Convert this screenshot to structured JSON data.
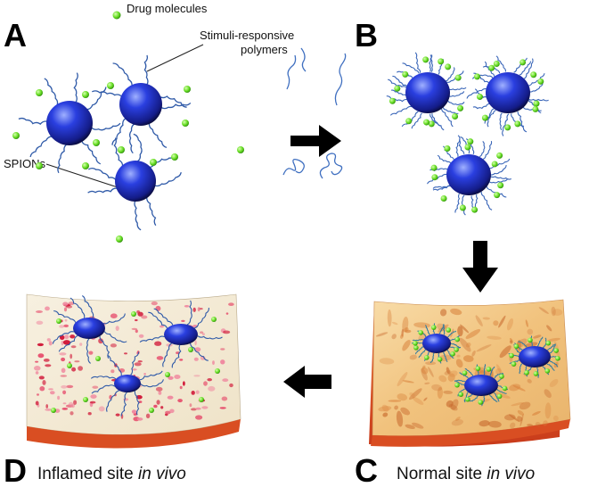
{
  "panels": {
    "a": {
      "letter": "A"
    },
    "b": {
      "letter": "B"
    },
    "c": {
      "letter": "C",
      "caption": "Normal site ",
      "caption_italic": "in vivo"
    },
    "d": {
      "letter": "D",
      "caption": "Inflamed site ",
      "caption_italic": "in vivo"
    }
  },
  "labels": {
    "drug": "Drug molecules",
    "polymer_line1": "Stimuli-responsive",
    "polymer_line2": "polymers",
    "spion": "SPIONs"
  },
  "colors": {
    "particle": "#2233cc",
    "particle_dark": "#0a0a3a",
    "drug": "#66dd22",
    "polymer": "#3366bb",
    "tissue_normal": "#f3c98a",
    "tissue_inflamed": "#f6efe0",
    "tissue_edge": "#e05a2a",
    "arrow": "#000000"
  }
}
